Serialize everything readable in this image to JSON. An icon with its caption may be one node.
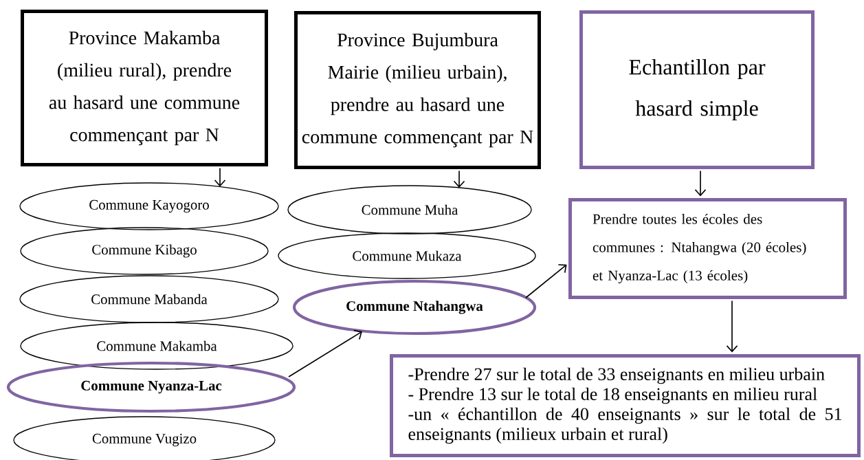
{
  "diagram": {
    "nodes": [
      {
        "text": [
          "Province Makamba (milieu rural), prendre au hasard une commune commençant par N"
        ]
      },
      {
        "text": [
          "Province Bujumbura Mairie (milieu urbain), prendre au hasard une commune commençant par N"
        ]
      },
      {
        "text": [
          "Echantillon par hasard simple"
        ]
      },
      {
        "text": [
          "Commune Kayogoro"
        ]
      },
      {
        "text": [
          "Commune Kibago"
        ]
      },
      {
        "text": [
          "Commune Mabanda"
        ]
      },
      {
        "text": [
          "Commune Makamba"
        ]
      },
      {
        "text": [
          "Commune Nyanza-Lac"
        ]
      },
      {
        "text": [
          "Commune Vugizo"
        ]
      },
      {
        "text": [
          "Commune Muha"
        ]
      },
      {
        "text": [
          "Commune Mukaza"
        ]
      },
      {
        "text": [
          "Commune Ntahangwa"
        ]
      },
      {
        "text": [
          "Prendre toutes les écoles des communes : Ntahangwa (20 écoles) et Nyanza-Lac (13 écoles)"
        ]
      },
      {
        "text": [
          "-Prendre 27 sur le total de 33 enseignants en milieu urbain",
          "- Prendre 13 sur le total de 18 enseignants en milieu rural",
          "-un « échantillon de 40 enseignants » sur le total de 51 enseignants (milieux urbain et rural)"
        ]
      }
    ],
    "edges": [
      {
        "from": 0,
        "to": 3,
        "arrow": "to"
      },
      {
        "from": 1,
        "to": 9,
        "arrow": "to"
      },
      {
        "from": 2,
        "to": 12,
        "arrow": "to"
      },
      {
        "from": 7,
        "to": 11,
        "arrow": "to"
      },
      {
        "from": 11,
        "to": 12,
        "arrow": "to"
      },
      {
        "from": 12,
        "to": 13,
        "arrow": "to"
      }
    ]
  }
}
